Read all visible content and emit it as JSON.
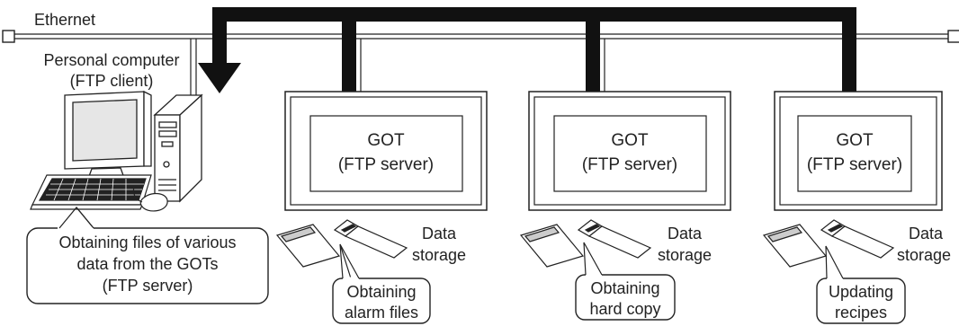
{
  "network": {
    "label": "Ethernet"
  },
  "pc": {
    "title_line1": "Personal computer",
    "title_line2": "(FTP client)",
    "callout_line1": "Obtaining files of various",
    "callout_line2": "data from the GOTs",
    "callout_line3": "(FTP server)"
  },
  "gots": [
    {
      "name": "GOT",
      "role": "(FTP server)",
      "storage_line1": "Data",
      "storage_line2": "storage",
      "callout_line1": "Obtaining",
      "callout_line2": "alarm files"
    },
    {
      "name": "GOT",
      "role": "(FTP server)",
      "storage_line1": "Data",
      "storage_line2": "storage",
      "callout_line1": "Obtaining",
      "callout_line2": "hard copy"
    },
    {
      "name": "GOT",
      "role": "(FTP server)",
      "storage_line1": "Data",
      "storage_line2": "storage",
      "callout_line1": "Updating",
      "callout_line2": "recipes"
    }
  ],
  "colors": {
    "line": "#222222",
    "flow_arrow": "#111111",
    "fill": "#ffffff",
    "screen_gray": "#cfcfcf"
  }
}
